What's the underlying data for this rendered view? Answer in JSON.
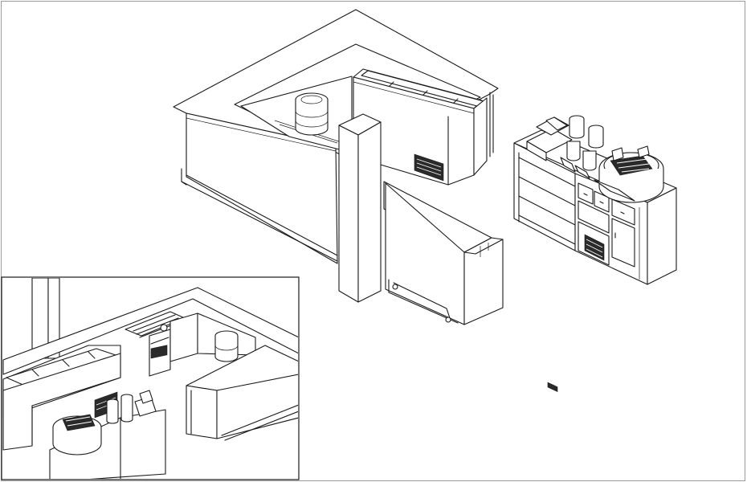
{
  "drawing": {
    "views": [
      "main-isometric-view",
      "detail-inset-view",
      "back-bar-cabinet-view"
    ],
    "line_color": "#1a1a1a",
    "background": "#ffffff"
  }
}
